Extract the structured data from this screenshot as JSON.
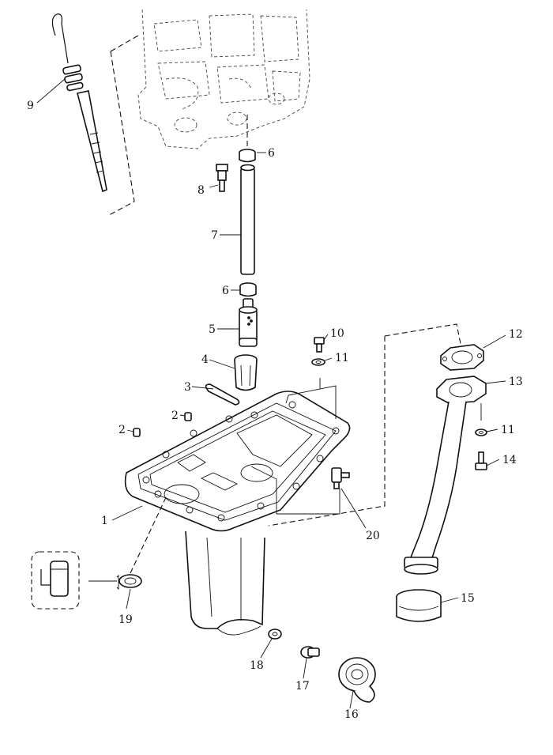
{
  "callouts": [
    {
      "id": "c1",
      "label": "1"
    },
    {
      "id": "c2a",
      "label": "2"
    },
    {
      "id": "c2b",
      "label": "2"
    },
    {
      "id": "c3",
      "label": "3"
    },
    {
      "id": "c4",
      "label": "4"
    },
    {
      "id": "c5",
      "label": "5"
    },
    {
      "id": "c6a",
      "label": "6"
    },
    {
      "id": "c6b",
      "label": "6"
    },
    {
      "id": "c7",
      "label": "7"
    },
    {
      "id": "c8",
      "label": "8"
    },
    {
      "id": "c9",
      "label": "9"
    },
    {
      "id": "c10",
      "label": "10"
    },
    {
      "id": "c11a",
      "label": "11"
    },
    {
      "id": "c11b",
      "label": "11"
    },
    {
      "id": "c12",
      "label": "12"
    },
    {
      "id": "c13",
      "label": "13"
    },
    {
      "id": "c14",
      "label": "14"
    },
    {
      "id": "c15",
      "label": "15"
    },
    {
      "id": "c16",
      "label": "16"
    },
    {
      "id": "c17",
      "label": "17"
    },
    {
      "id": "c18",
      "label": "18"
    },
    {
      "id": "c19",
      "label": "19"
    },
    {
      "id": "c20",
      "label": "20"
    }
  ]
}
